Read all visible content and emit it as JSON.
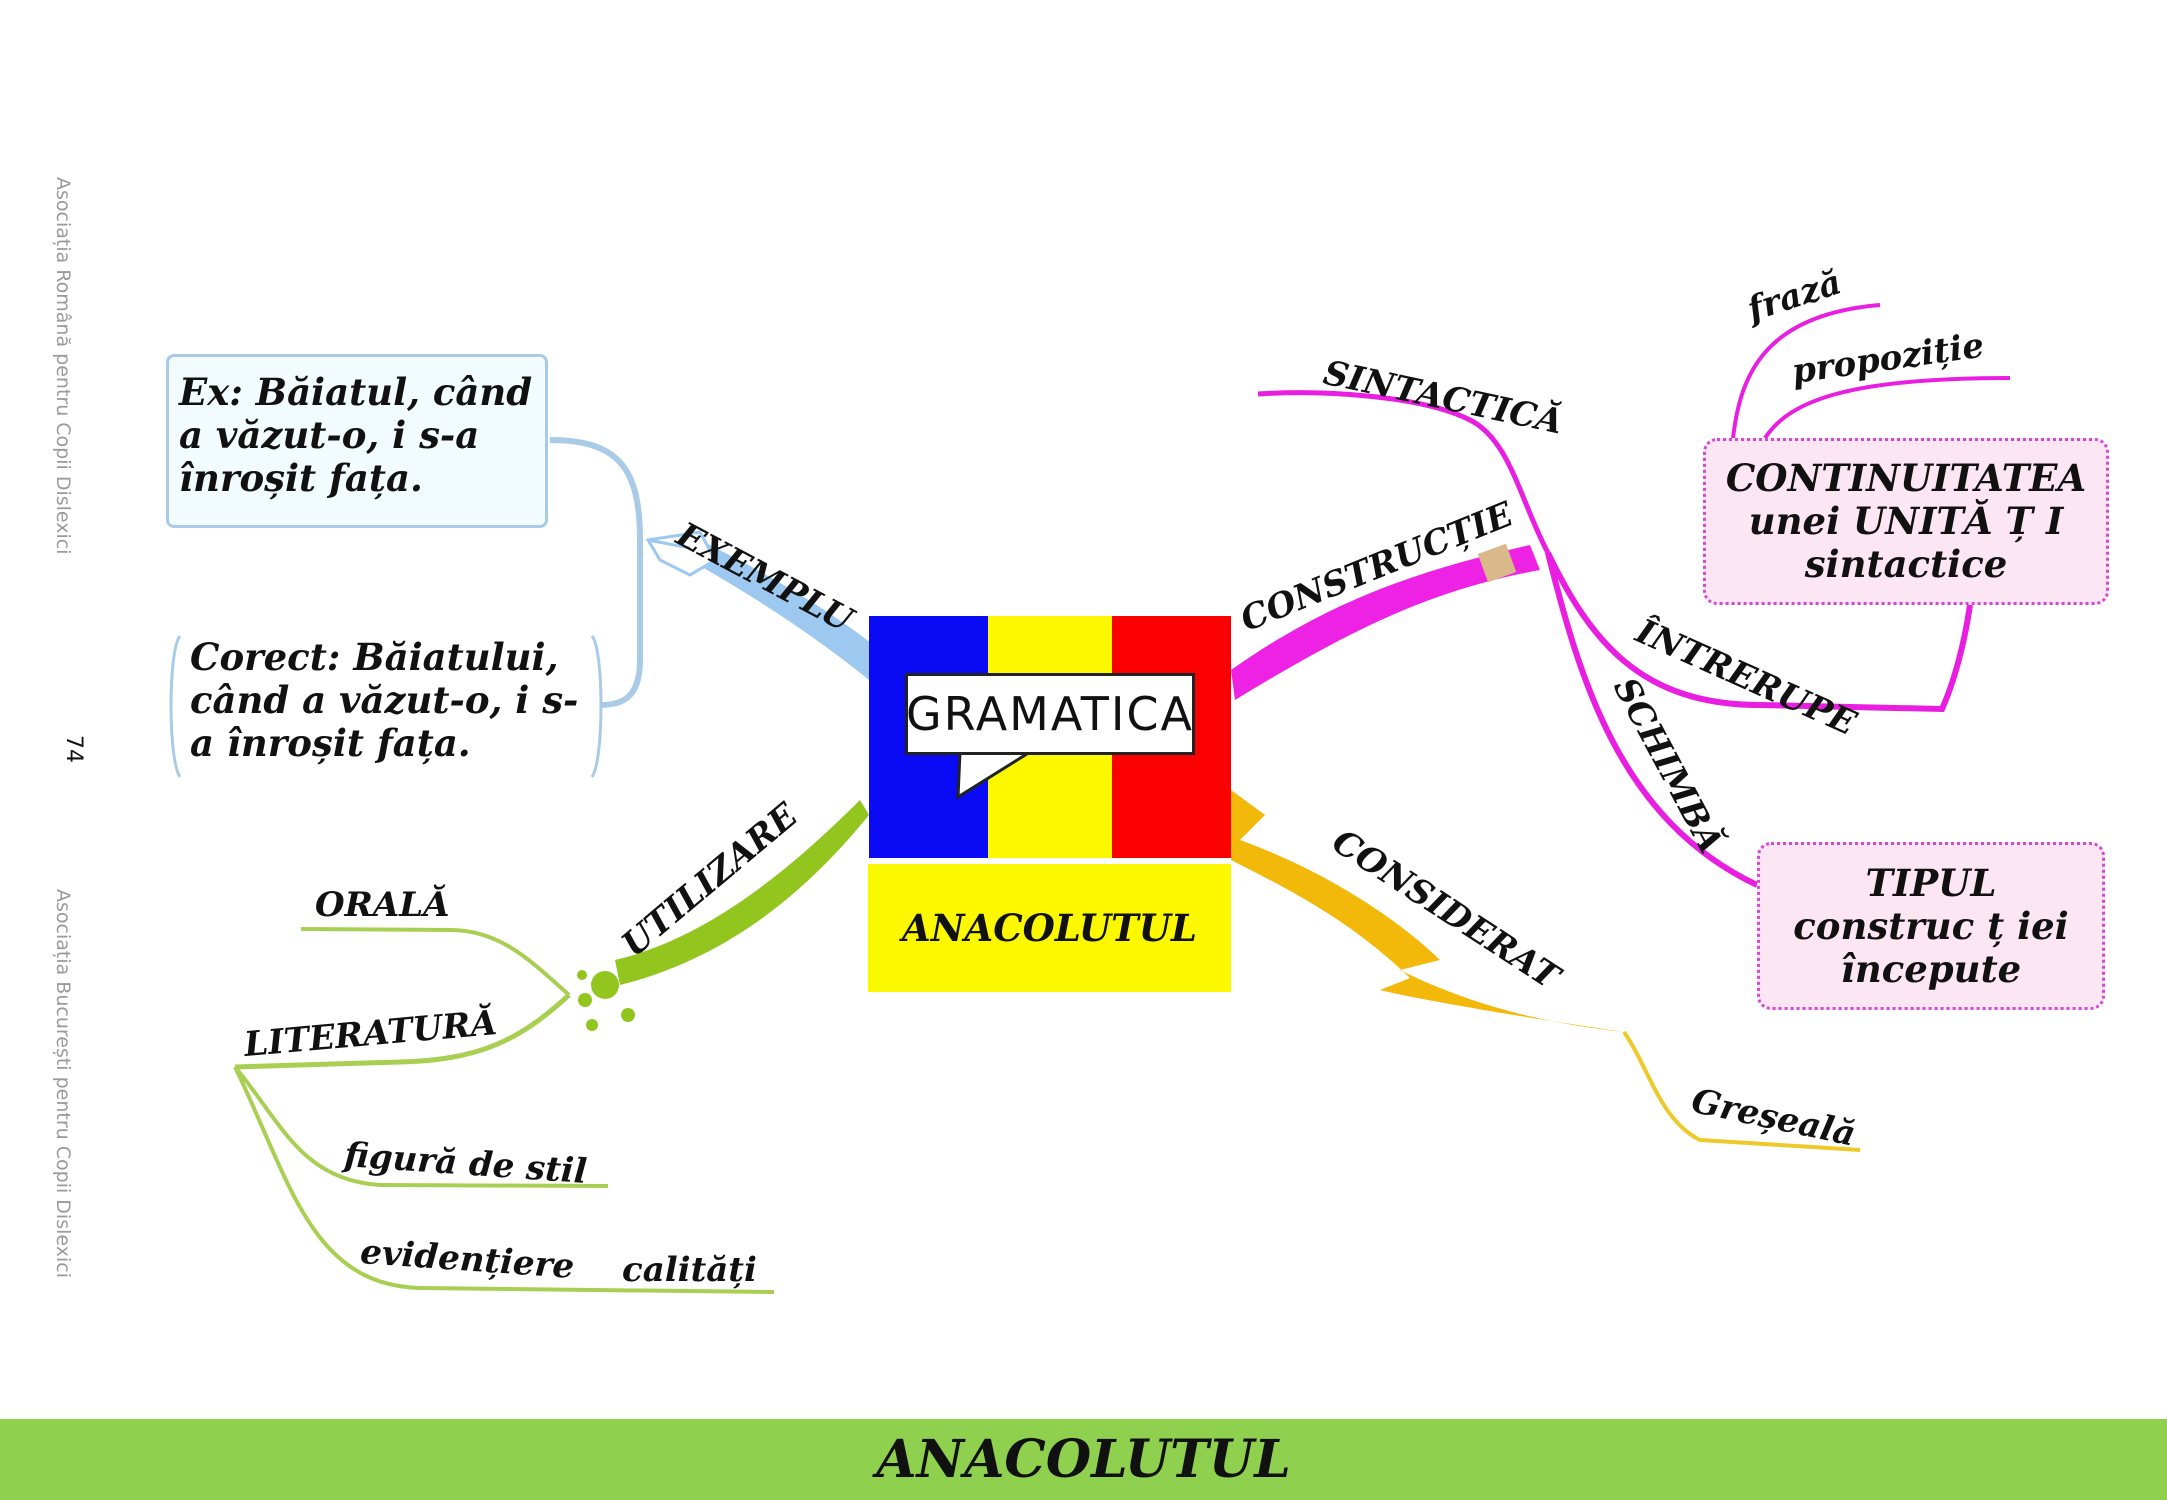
{
  "side_text": {
    "top": "Asociația Română pentru Copii Dislexici",
    "bottom": "Asociația București pentru Copii Dislexici",
    "page_number": "74"
  },
  "center": {
    "bubble": "GRAMATICA",
    "title": "ANACOLUTUL",
    "flag_colors": [
      "#0a0af5",
      "#fbf800",
      "#fb0000"
    ]
  },
  "branches": {
    "exemplu": "EXEMPLU",
    "constructie": "CONSTRUCȚIE",
    "sintactica": "SINTACTICĂ",
    "intrerupe": "ÎNTRERUPE",
    "schimba": "SCHIMBĂ",
    "considerat": "CONSIDERAT",
    "greseala": "Greșeală",
    "utilizare": "UTILIZARE",
    "orala": "ORALĂ",
    "literatura": "LITERATURĂ",
    "figura": "figură de stil",
    "evidentiere": "evidențiere",
    "calitati": "calități",
    "fraza": "frază",
    "propozitie": "propoziție"
  },
  "boxes": {
    "example": [
      "Ex: Băiatul, când",
      "a văzut-o, i s-a",
      "înroșit fața."
    ],
    "correct": [
      "Corect: Băiatului,",
      "când a văzut-o, i s-",
      "a înroșit fața."
    ],
    "continuitate": [
      "CONTINUITATEA",
      "unei UNITĂ Ț I",
      "sintactice"
    ],
    "tipul": [
      "TIPUL",
      "construc ț iei",
      "începute"
    ]
  },
  "footer": {
    "title": "ANACOLUTUL"
  },
  "colors": {
    "blue": "#9dc8f0",
    "magenta": "#e81ee0",
    "gold": "#f2b90a",
    "green": "#93c51f",
    "footer": "#8fd04f"
  }
}
